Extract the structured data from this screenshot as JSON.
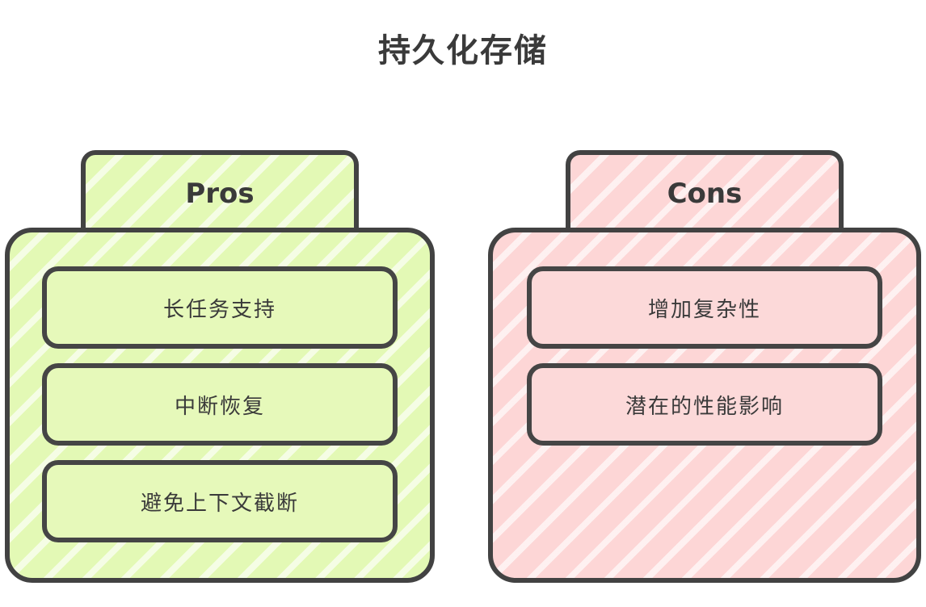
{
  "title": "持久化存储",
  "pros": {
    "label": "Pros",
    "color": "#e3f9b5",
    "items": [
      "长任务支持",
      "中断恢复",
      "避免上下文截断"
    ]
  },
  "cons": {
    "label": "Cons",
    "color": "#fdd6d6",
    "items": [
      "增加复杂性",
      "潜在的性能影响"
    ]
  }
}
